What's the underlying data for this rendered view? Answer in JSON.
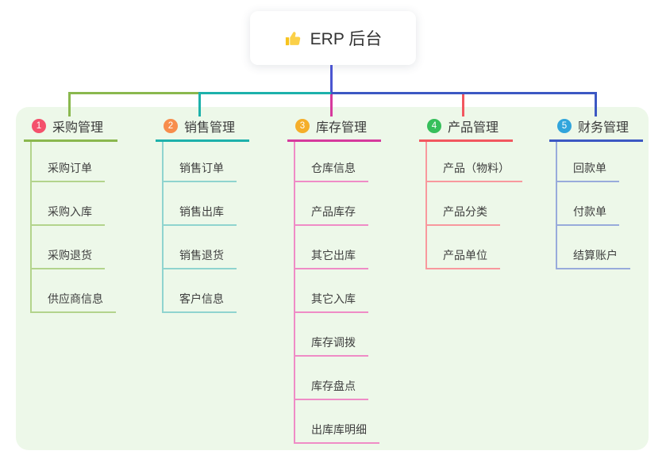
{
  "root": {
    "icon": "thumbs-up-icon",
    "label": "ERP 后台"
  },
  "branches": [
    {
      "index": "1",
      "label": "采购管理",
      "badge_color": "#f4516c",
      "line_color": "#8ab84e",
      "light_color": "#b3d48c",
      "children": [
        "采购订单",
        "采购入库",
        "采购退货",
        "供应商信息"
      ]
    },
    {
      "index": "2",
      "label": "销售管理",
      "badge_color": "#f78d4c",
      "line_color": "#1db1ab",
      "light_color": "#8fd4cf",
      "children": [
        "销售订单",
        "销售出库",
        "销售退货",
        "客户信息"
      ]
    },
    {
      "index": "3",
      "label": "库存管理",
      "badge_color": "#f5ae2a",
      "line_color": "#d63a9d",
      "light_color": "#ef8cc6",
      "children": [
        "仓库信息",
        "产品库存",
        "其它出库",
        "其它入库",
        "库存调拨",
        "库存盘点",
        "出库库明细"
      ]
    },
    {
      "index": "4",
      "label": "产品管理",
      "badge_color": "#36bf5b",
      "line_color": "#f2575f",
      "light_color": "#f8989d",
      "children": [
        "产品（物料）",
        "产品分类",
        "产品单位"
      ]
    },
    {
      "index": "5",
      "label": "财务管理",
      "badge_color": "#31a5dc",
      "line_color": "#3c58c3",
      "light_color": "#98abdb",
      "children": [
        "回款单",
        "付款单",
        "结算账户"
      ]
    }
  ],
  "colors": {
    "panel_bg": "#edf8e9",
    "root_connector": "#4b55d1",
    "text": "#3c3c3c",
    "root_card_bg": "#ffffff"
  }
}
